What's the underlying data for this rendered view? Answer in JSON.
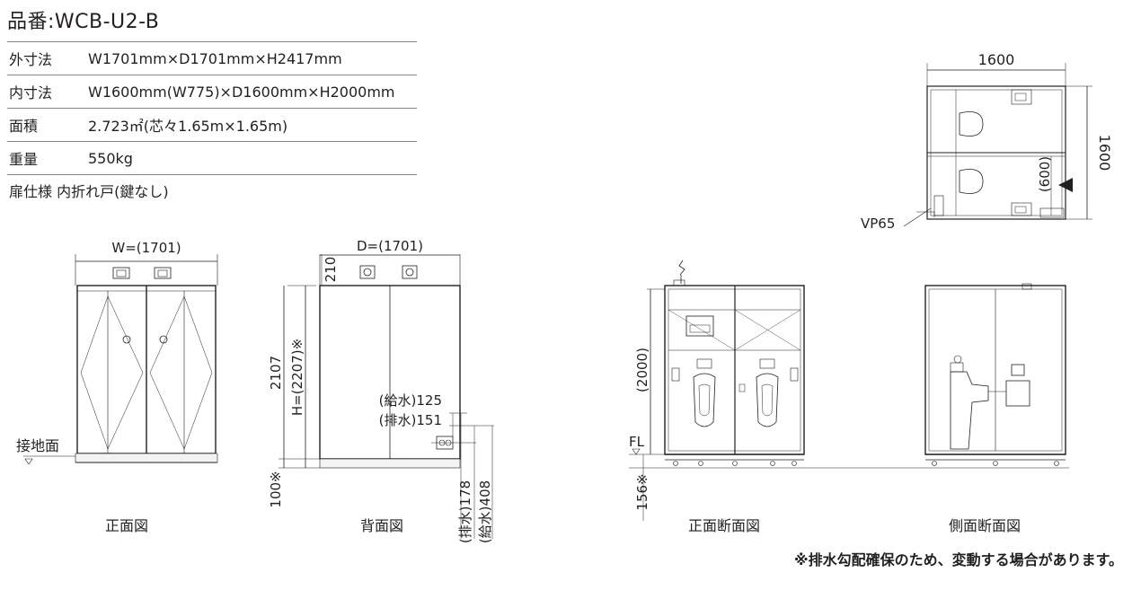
{
  "title": "品番:WCB-U2-B",
  "specs": [
    {
      "label": "外寸法",
      "value": "W1701mm×D1701mm×H2417mm"
    },
    {
      "label": "内寸法",
      "value": "W1600mm(W775)×D1600mm×H2000mm"
    },
    {
      "label": "面積",
      "value": "2.723㎡(芯々1.65m×1.65m)"
    },
    {
      "label": "重量",
      "value": "550kg"
    }
  ],
  "door_spec": "扉仕様 内折れ戸(鍵なし)",
  "front": {
    "caption": "正面図",
    "width_label": "W=(1701)",
    "ground_label": "接地面"
  },
  "back": {
    "caption": "背面図",
    "depth_label": "D=(1701)",
    "top_offset": "210",
    "height_inner": "2107",
    "height_total": "H=(2207)※",
    "supply_pipe": "(給水)125",
    "drain_pipe": "(排水)151",
    "base_offset": "100※",
    "drain_side": "(排水)178",
    "supply_side": "(給水)408"
  },
  "front_section": {
    "caption": "正面断面図",
    "inner_height": "(2000)",
    "floor_label": "FL",
    "base_height": "156※"
  },
  "side_section": {
    "caption": "側面断面図"
  },
  "plan": {
    "width_label": "1600",
    "depth_label": "1600",
    "stall_label": "(600)",
    "pipe_label": "VP65"
  },
  "footnote": "※排水勾配確保のため、変動する場合があります。"
}
